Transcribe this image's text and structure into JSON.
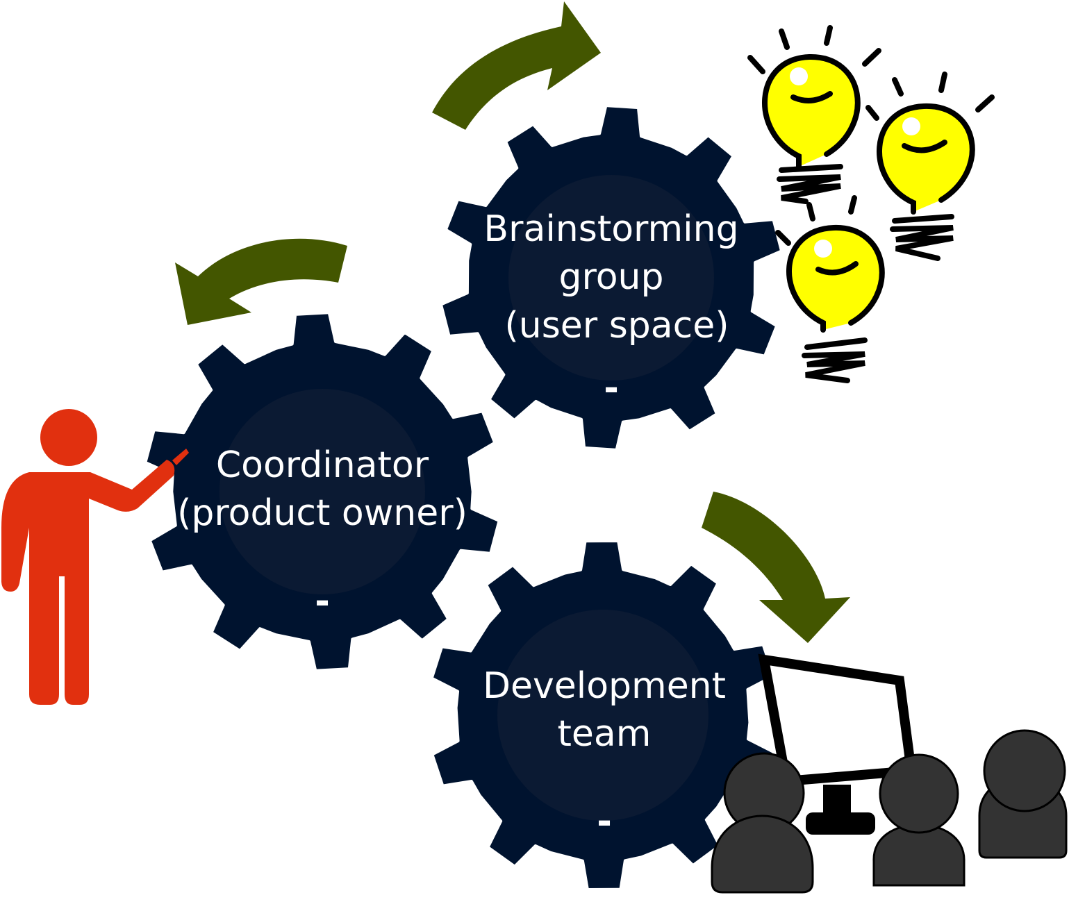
{
  "gears": [
    {
      "id": "brainstorming",
      "lines": [
        "Brainstorming",
        "group",
        "(user space)"
      ],
      "mark": "-"
    },
    {
      "id": "coordinator",
      "lines": [
        "Coordinator",
        "(product owner)"
      ],
      "mark": "-"
    },
    {
      "id": "development",
      "lines": [
        "Development",
        "team"
      ],
      "mark": "-"
    }
  ],
  "colors": {
    "gear": "#00132f",
    "gear_hub": "#0b1a33",
    "arrow": "#435600",
    "person": "#e1300f",
    "bulb": "#ffff00",
    "team": "#333333"
  },
  "icons": [
    "presenter-person-icon",
    "lightbulb-icon",
    "computer-monitor-icon",
    "team-people-icon",
    "curved-arrow-icon"
  ]
}
